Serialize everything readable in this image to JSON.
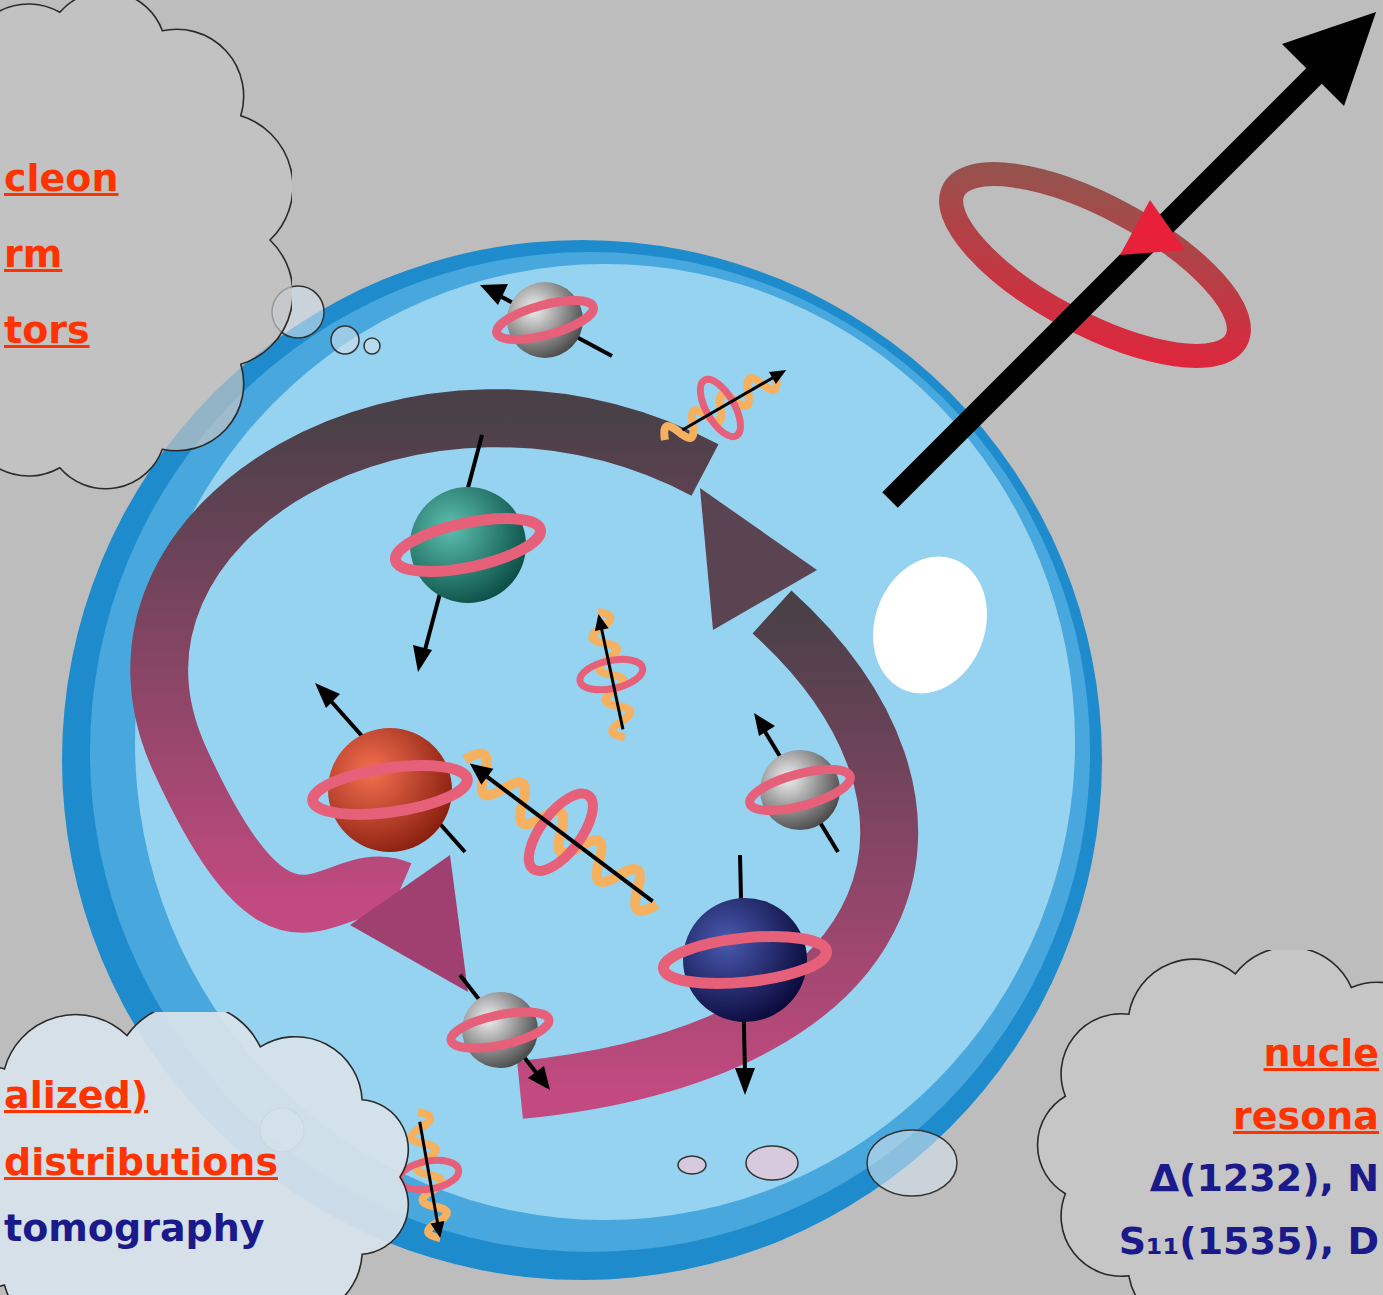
{
  "diagram": {
    "nodes": [
      {
        "text": [
          "cleon rm tors"
        ]
      },
      {
        "text": [
          "alized) distributions",
          "tomography"
        ]
      },
      {
        "text": [
          "nucle resona",
          "Δ(1232), N",
          "S₁₁(1535), D"
        ]
      }
    ]
  }
}
